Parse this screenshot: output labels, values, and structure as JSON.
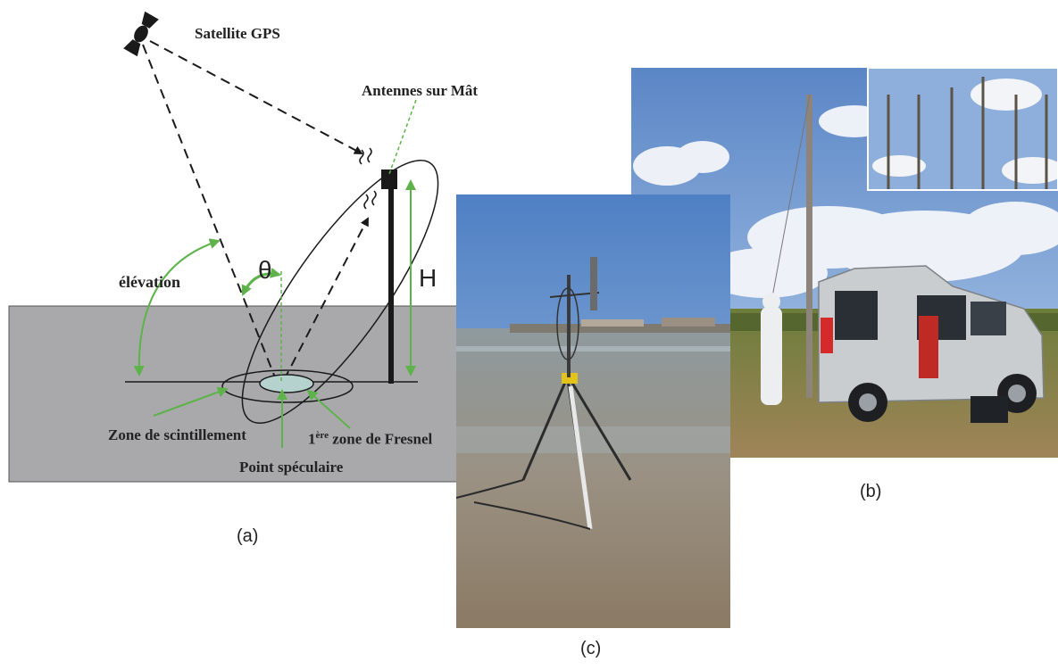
{
  "figure": {
    "panel_a": {
      "caption": "(a)",
      "labels": {
        "satellite": "Satellite GPS",
        "antennas": "Antennes sur Mât",
        "elevation": "élévation",
        "theta": "θ",
        "height": "H",
        "scintillation_zone": "Zone de scintillement",
        "fresnel_prefix": "1",
        "fresnel_superscript": "ère",
        "fresnel_rest": " zone de Fresnel",
        "specular_point": "Point spéculaire"
      }
    },
    "panel_b": {
      "caption": "(b)",
      "image": "photo-van-with-antenna-mast"
    },
    "panel_c": {
      "caption": "(c)",
      "image": "photo-tripod-antenna-on-tidal-flat"
    },
    "colors": {
      "accent_green": "#5db34a",
      "ground_gray": "#a9a9ab",
      "line_dark": "#1a1a1a"
    }
  }
}
